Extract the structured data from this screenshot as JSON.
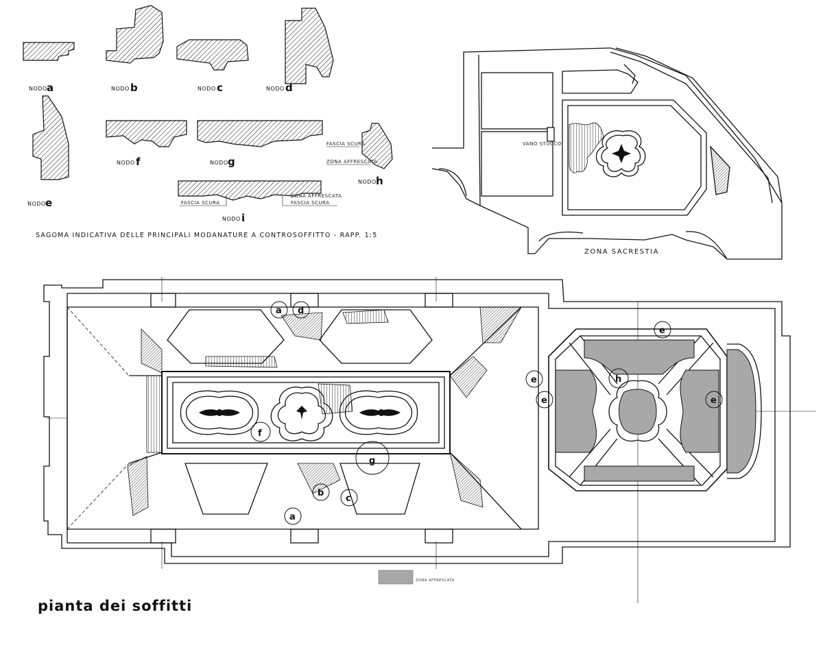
{
  "title": "pianta dei soffitti",
  "profiles_caption": "SAGOMA INDICATIVA DELLE PRINCIPALI MODANATURE A CONTROSOFFITTO - RAPP. 1:5",
  "nodo_word": "NODO",
  "nodes": [
    "a",
    "b",
    "c",
    "d",
    "e",
    "f",
    "g",
    "h",
    "i"
  ],
  "profile_notes": {
    "h_fascia_scura": "FASCIA SCURA",
    "h_zona_affrescata": "ZONA AFFRESCATA",
    "i_fascia_scura_left": "FASCIA SCURA",
    "i_zona_affrescata": "ZONA AFFRESCATA",
    "i_fascia_scura_right": "FASCIA SCURA"
  },
  "sacristy": {
    "label": "ZONA SACRESTIA",
    "note": "VANO STUCCO"
  },
  "plan_markers": [
    "a",
    "d",
    "f",
    "g",
    "b",
    "c",
    "a",
    "e",
    "e",
    "e",
    "e",
    "h"
  ],
  "legend": {
    "label": "ZONA AFFRESCATA",
    "swatch_color": "#9a9a9a"
  },
  "colors": {
    "ink": "#111111",
    "fresco": "#a0a0a0"
  }
}
